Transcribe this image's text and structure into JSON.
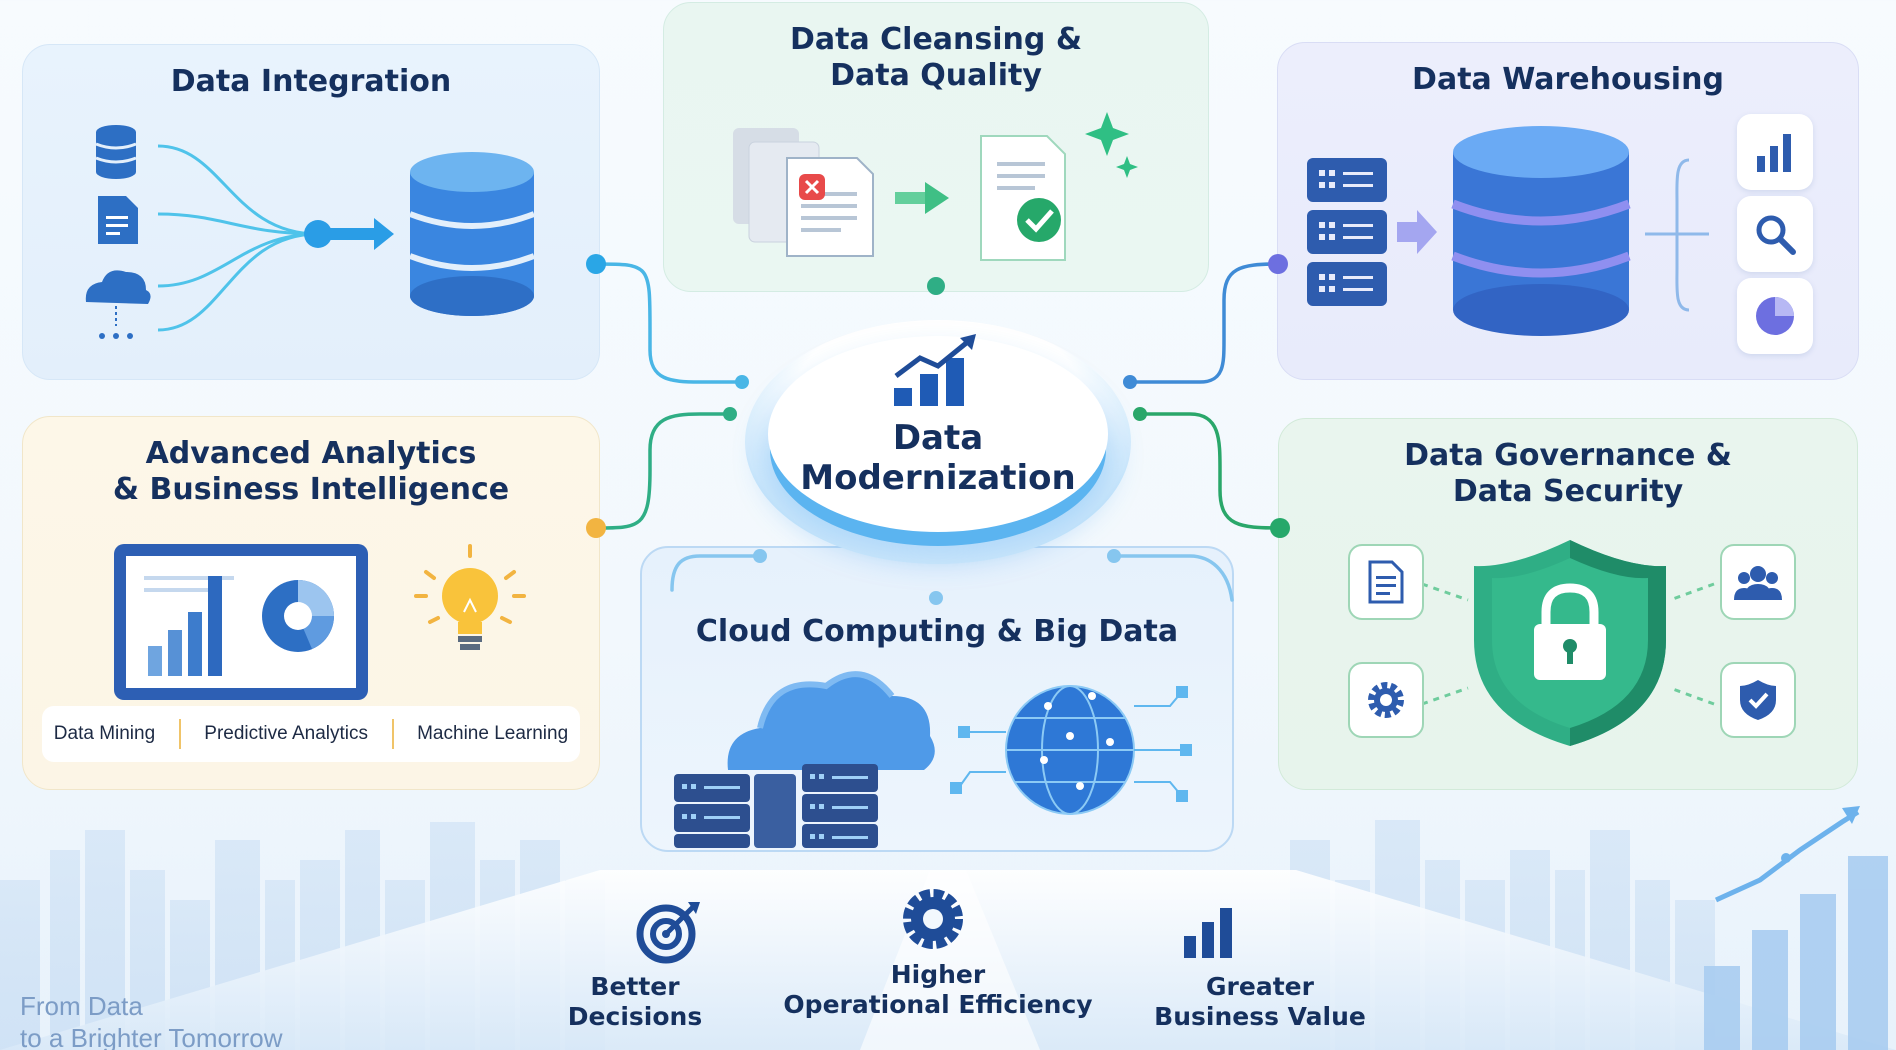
{
  "panels": {
    "integration": {
      "title": "Data Integration"
    },
    "cleansing": {
      "title_line1": "Data Cleansing &",
      "title_line2": "Data Quality"
    },
    "warehouse": {
      "title": "Data Warehousing"
    },
    "analytics": {
      "title_line1": "Advanced Analytics",
      "title_line2": "& Business Intelligence",
      "labels": [
        "Data Mining",
        "Predictive Analytics",
        "Machine Learning"
      ]
    },
    "governance": {
      "title_line1": "Data Governance &",
      "title_line2": "Data Security"
    },
    "cloud": {
      "title": "Cloud Computing & Big Data"
    }
  },
  "center": {
    "line1": "Data",
    "line2": "Modernization"
  },
  "benefits": [
    {
      "line1": "Better",
      "line2": "Decisions",
      "icon": "target-icon"
    },
    {
      "line1": "Higher",
      "line2": "Operational Efficiency",
      "icon": "gear-icon"
    },
    {
      "line1": "Greater",
      "line2": "Business Value",
      "icon": "bar-chart-icon"
    }
  ],
  "tagline": {
    "line1": "From Data",
    "line2": "to a Brighter Tomorrow"
  },
  "colors": {
    "navy": "#15305e",
    "blue": "#3a86e0",
    "teal": "#2bb37a",
    "purple": "#6d6fe0",
    "orange": "#f2b441",
    "green": "#26a86a"
  }
}
